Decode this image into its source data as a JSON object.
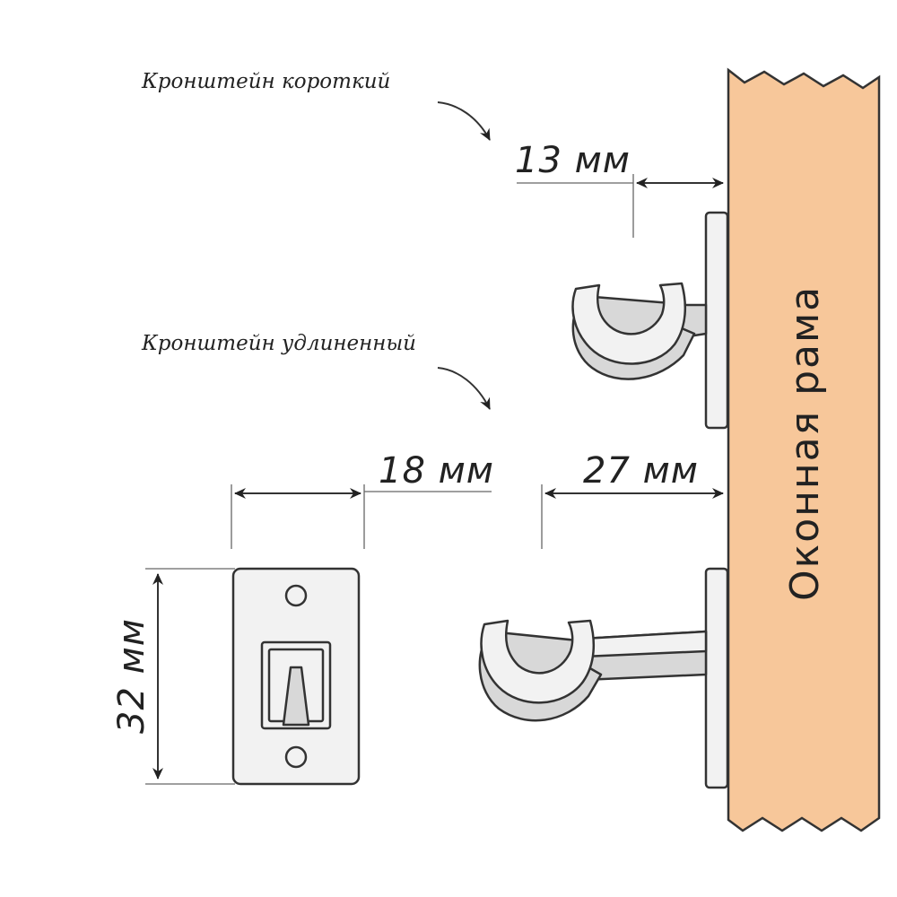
{
  "labels": {
    "short_bracket": "Кронштейн короткий",
    "long_bracket": "Кронштейн удлиненный",
    "window_frame": "Оконная рама"
  },
  "dimensions": {
    "short_offset": "13 мм",
    "plate_width": "18 мм",
    "long_offset": "27 мм",
    "plate_height": "32 мм"
  },
  "colors": {
    "frame_wood": "#f7c79a",
    "part_fill": "#f2f2f2",
    "part_shadow": "#d8d8d8",
    "outline": "#333333"
  }
}
